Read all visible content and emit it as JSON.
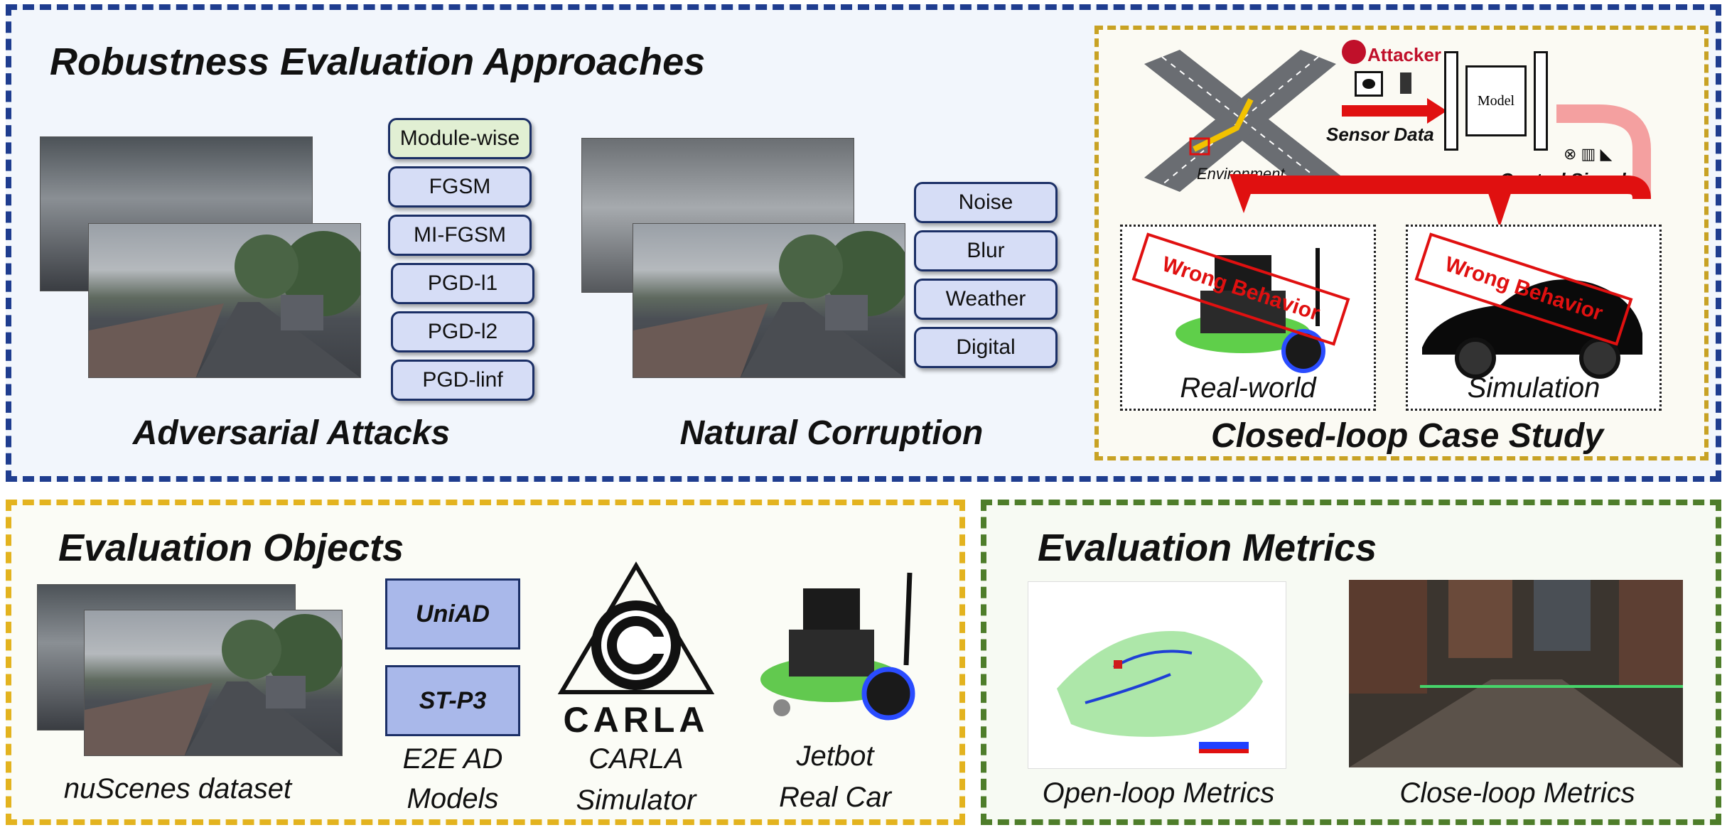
{
  "top": {
    "title": "Robustness Evaluation Approaches",
    "adversarial": {
      "caption": "Adversarial Attacks",
      "methods": [
        "Module-wise",
        "FGSM",
        "MI-FGSM",
        "PGD-l1",
        "PGD-l2",
        "PGD-linf"
      ]
    },
    "natural": {
      "caption": "Natural Corruption",
      "types": [
        "Noise",
        "Blur",
        "Weather",
        "Digital"
      ]
    },
    "case_study": {
      "caption": "Closed-loop Case Study",
      "attacker": "Attacker",
      "model": "Model",
      "sensor": "Sensor Data",
      "environment": "Environment",
      "control": "Control Signals",
      "wrong": "Wrong Behavior",
      "real": "Real-world",
      "sim": "Simulation"
    }
  },
  "objects": {
    "title": "Evaluation Objects",
    "dataset": "nuScenes dataset",
    "models": [
      "UniAD",
      "ST-P3"
    ],
    "models_caption": [
      "E2E AD",
      "Models"
    ],
    "carla_logo": "CARLA",
    "carla_caption": [
      "CARLA",
      "Simulator"
    ],
    "jetbot_caption": [
      "Jetbot",
      "Real Car"
    ]
  },
  "metrics": {
    "title": "Evaluation Metrics",
    "open": "Open-loop Metrics",
    "close": "Close-loop Metrics"
  },
  "colors": {
    "top_border": "#1f3d8f",
    "case_border": "#c8a224",
    "objects_border": "#e3b31f",
    "metrics_border": "#4e7d2a",
    "pill_fill": "#d6ddf6",
    "pill_green": "#e1efd3",
    "wrong_red": "#e01010"
  }
}
